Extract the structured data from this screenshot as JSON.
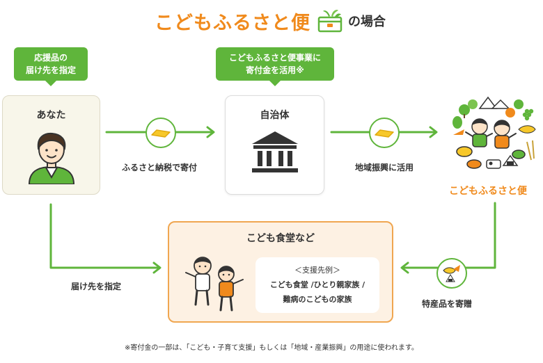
{
  "title": {
    "brand": "こどもふるさと便",
    "suffix": "の場合"
  },
  "callouts": {
    "left": [
      "応援品の",
      "届け先を指定"
    ],
    "center": [
      "こどもふるさと便事業に",
      "寄付金を活用※"
    ]
  },
  "nodes": {
    "you": "あなた",
    "government": "自治体",
    "cafeteria": "こども食堂など",
    "brand_small": "こどもふるさと便"
  },
  "arrows": {
    "donate": "ふるさと納税で寄付",
    "regional": "地域振興に活用",
    "specify": "届け先を指定",
    "gift": "特産品を寄贈"
  },
  "support": {
    "heading": "＜支援先例＞",
    "line1": "こども食堂 /ひとり親家族 /",
    "line2": "難病のこどもの家族"
  },
  "footnote": "※寄付金の一部は、「こども・子育て支援」もしくは「地域・産業振興」の用途に使われます。",
  "colors": {
    "green": "#5fb53b",
    "orange": "#f08a1c",
    "cafeteria_bg": "#fdf1e3",
    "cafeteria_border": "#f0a650",
    "coin": "#f7c82a"
  }
}
